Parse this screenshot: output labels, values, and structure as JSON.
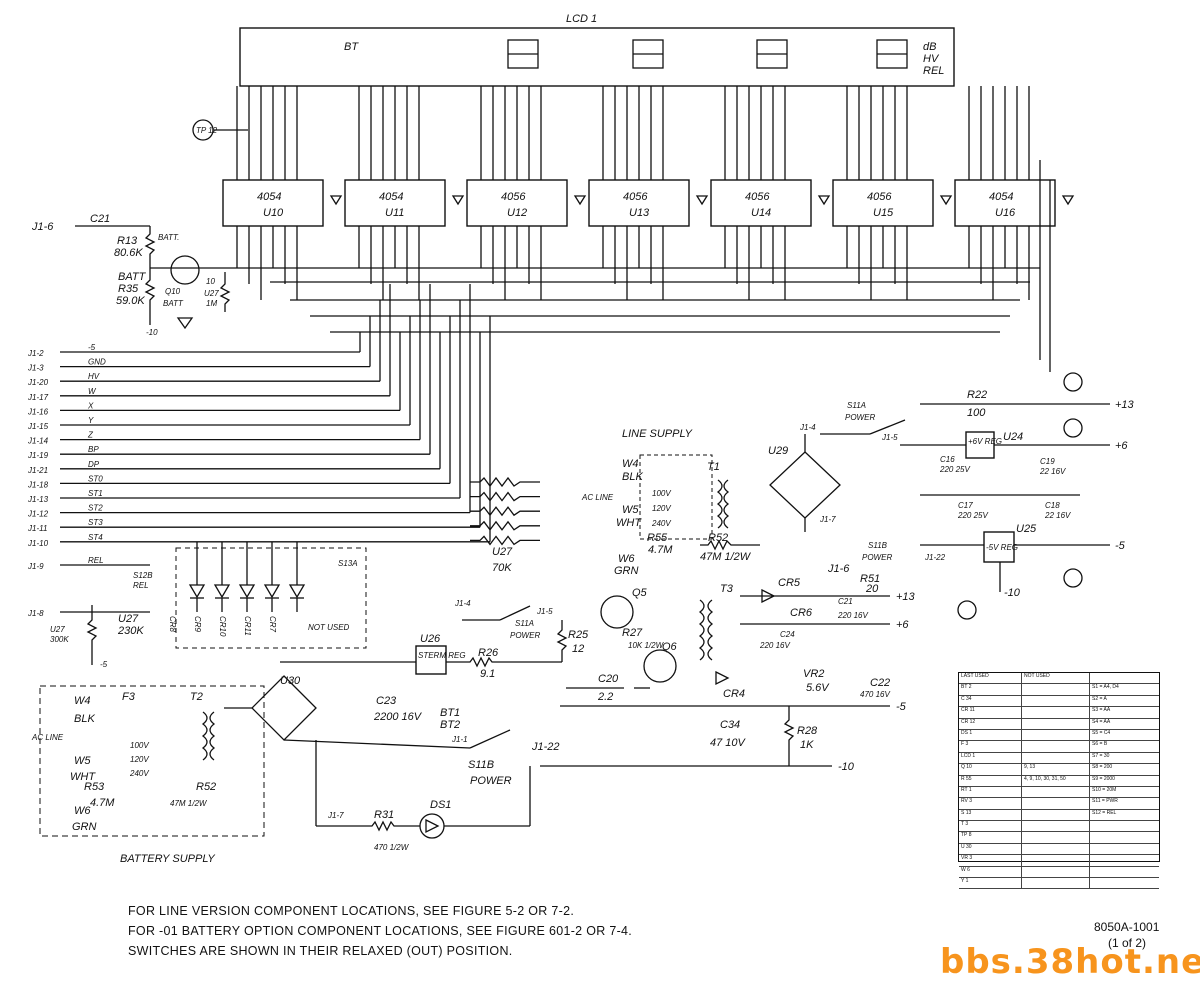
{
  "header": {
    "lcd_label": "LCD 1"
  },
  "display": {
    "bt_label": "BT",
    "annunciators": [
      "dB",
      "HV",
      "REL"
    ],
    "tp_top": "TP 12"
  },
  "chips": [
    {
      "type": "4054",
      "ref": "U10"
    },
    {
      "type": "4054",
      "ref": "U11"
    },
    {
      "type": "4056",
      "ref": "U12"
    },
    {
      "type": "4056",
      "ref": "U13"
    },
    {
      "type": "4056",
      "ref": "U14"
    },
    {
      "type": "4056",
      "ref": "U15"
    },
    {
      "type": "4054",
      "ref": "U16"
    }
  ],
  "connector_pins": [
    {
      "pin": "J1-2",
      "signal": "-5"
    },
    {
      "pin": "J1-3",
      "signal": "GND"
    },
    {
      "pin": "J1-20",
      "signal": "HV"
    },
    {
      "pin": "J1-17",
      "signal": "W"
    },
    {
      "pin": "J1-16",
      "signal": "X"
    },
    {
      "pin": "J1-15",
      "signal": "Y"
    },
    {
      "pin": "J1-14",
      "signal": "Z"
    },
    {
      "pin": "J1-19",
      "signal": "BP"
    },
    {
      "pin": "J1-21",
      "signal": "DP"
    },
    {
      "pin": "J1-18",
      "signal": "ST0"
    },
    {
      "pin": "J1-13",
      "signal": "ST1"
    },
    {
      "pin": "J1-12",
      "signal": "ST2"
    },
    {
      "pin": "J1-11",
      "signal": "ST3"
    },
    {
      "pin": "J1-10",
      "signal": "ST4"
    },
    {
      "pin": "J1-9",
      "signal": "REL"
    },
    {
      "pin": "J1-8",
      "signal": ""
    }
  ],
  "battery_monitor": {
    "pin": "J1-6",
    "cap": "C21",
    "r13": "R13",
    "r13_val": "80.6K",
    "r13_note": "BATT.",
    "r35": "R35",
    "r35_val": "59.0K",
    "batt": "BATT",
    "q": "Q10",
    "q_note": "BATT",
    "u27": "U27",
    "u27_val": "1M",
    "u27_pin": "10",
    "neg10": "-10"
  },
  "rel_section": {
    "switch": "S12B",
    "switch_note": "REL",
    "s13a": "S13A",
    "diodes": [
      "CR8",
      "CR9",
      "CR10",
      "CR11",
      "CR7"
    ],
    "not_used": "NOT USED",
    "u27_lower": "U27",
    "u27_lower_val": "230K",
    "u27_300k": "U27",
    "u27_300k_val": "300K",
    "pin5": "-5",
    "u27_right": "U27",
    "u27_right_val": "70K"
  },
  "line_supply": {
    "title": "LINE SUPPLY",
    "ac": "AC LINE",
    "w4": "W4",
    "blk": "BLK",
    "w5": "W5",
    "wht": "WHT",
    "w6": "W6",
    "grn": "GRN",
    "t1": "T1",
    "u29": "U29",
    "s11a": "S11A",
    "power": "POWER",
    "j14": "J1-4",
    "j15": "J1-5",
    "r55": "R55",
    "r55_val": "4.7M",
    "r52": "R52",
    "r52_val": "47M 1/2W",
    "v100": "100V",
    "v120": "120V",
    "v240": "240V",
    "j17": "J1-7"
  },
  "regulators": {
    "r22": "R22",
    "r22_val": "100",
    "plus13": "+13",
    "plus6": "+6",
    "minus5": "-5",
    "minus10": "-10",
    "u24": "U24",
    "u24_note": "+6V REG",
    "c16": "C16",
    "c16_val": "220 25V",
    "c19": "C19",
    "c19_val": "22 16V",
    "c17": "C17",
    "c17_val": "220 25V",
    "c18": "C18",
    "c18_val": "22 16V",
    "u25": "U25",
    "u25_note": "-5V REG",
    "s11b": "S11B",
    "s11b_note": "POWER",
    "j122": "J1-22"
  },
  "converter": {
    "j14": "J1-4",
    "j15": "J1-5",
    "s11a": "S11A",
    "power": "POWER",
    "r25": "R25",
    "r25_val": "12",
    "u26": "U26",
    "u26_note": "STERM REG",
    "r26": "R26",
    "r26_val": "9.1",
    "q5": "Q5",
    "q6": "Q6",
    "r27": "R27",
    "r27_val": "10K 1/2W",
    "c20": "C20",
    "c20_val": "2.2",
    "t3": "T3",
    "cr5": "CR5",
    "cr6": "CR6",
    "cr4": "CR4",
    "j16": "J1-6",
    "r51": "R51",
    "r51_val": "20",
    "c21": "C21",
    "c21_val": "220 16V",
    "c24": "C24",
    "c24_val": "220 16V",
    "vr2": "VR2",
    "vr2_val": "5.6V",
    "c22": "C22",
    "c22_val": "470 16V",
    "c34": "C34",
    "c34_val": "47 10V",
    "r28": "R28",
    "r28_val": "1K",
    "plus13": "+13",
    "plus6": "+6",
    "minus5": "-5",
    "minus10": "-10"
  },
  "battery_supply": {
    "title": "BATTERY SUPPLY",
    "ac": "AC LINE",
    "w4": "W4",
    "blk": "BLK",
    "w5": "W5",
    "wht": "WHT",
    "w6": "W6",
    "grn": "GRN",
    "f3": "F3",
    "t2": "T2",
    "u30": "U30",
    "c23": "C23",
    "c23_val": "2200 16V",
    "bt1": "BT1",
    "bt2": "BT2",
    "j11": "J1-1",
    "s11b": "S11B",
    "power": "POWER",
    "j122": "J1-22",
    "j17": "J1-7",
    "r31": "R31",
    "r31_val": "470 1/2W",
    "ds1": "DS1",
    "r53": "R53",
    "r53_val": "4.7M",
    "r52": "R52",
    "r52_val": "47M 1/2W",
    "v100": "100V",
    "v120": "120V",
    "v240": "240V"
  },
  "notes": [
    "FOR LINE VERSION COMPONENT LOCATIONS, SEE FIGURE 5-2 OR 7-2.",
    "FOR -01 BATTERY OPTION COMPONENT LOCATIONS, SEE FIGURE 601-2 OR 7-4.",
    "SWITCHES ARE SHOWN IN THEIR RELAXED (OUT) POSITION."
  ],
  "doc_ref": {
    "number": "8050A-1001",
    "sheet": "(1 of 2)"
  },
  "watermark": "bbs.38hot.net",
  "location_table": {
    "headers": [
      "LAST USED",
      "NOT USED",
      ""
    ],
    "rows": [
      [
        "BT 2",
        "",
        "S1 = A4, D4"
      ],
      [
        "C 34",
        "",
        "S2 = A"
      ],
      [
        "CR 11",
        "",
        "S3 = AA"
      ],
      [
        "CR 12",
        "",
        "S4 = AA"
      ],
      [
        "DS 1",
        "",
        "S5 = C4"
      ],
      [
        "F 3",
        "",
        "S6 = B"
      ],
      [
        "LCD 1",
        "",
        "S7 = 30"
      ],
      [
        "Q 10",
        "9, 13",
        "S8 = 200"
      ],
      [
        "R 55",
        "4, 9, 10, 30, 31, 50",
        "S9 = 2000"
      ],
      [
        "RT 1",
        "",
        "S10 = 20M"
      ],
      [
        "RV 3",
        "",
        "S11 = PWR"
      ],
      [
        "S 13",
        "",
        "S12 = REL"
      ],
      [
        "T 3",
        "",
        ""
      ],
      [
        "TP 8",
        "",
        ""
      ],
      [
        "U 30",
        "",
        ""
      ],
      [
        "VR 3",
        "",
        ""
      ],
      [
        "W 6",
        "",
        ""
      ],
      [
        "Y 1",
        "",
        ""
      ]
    ]
  }
}
